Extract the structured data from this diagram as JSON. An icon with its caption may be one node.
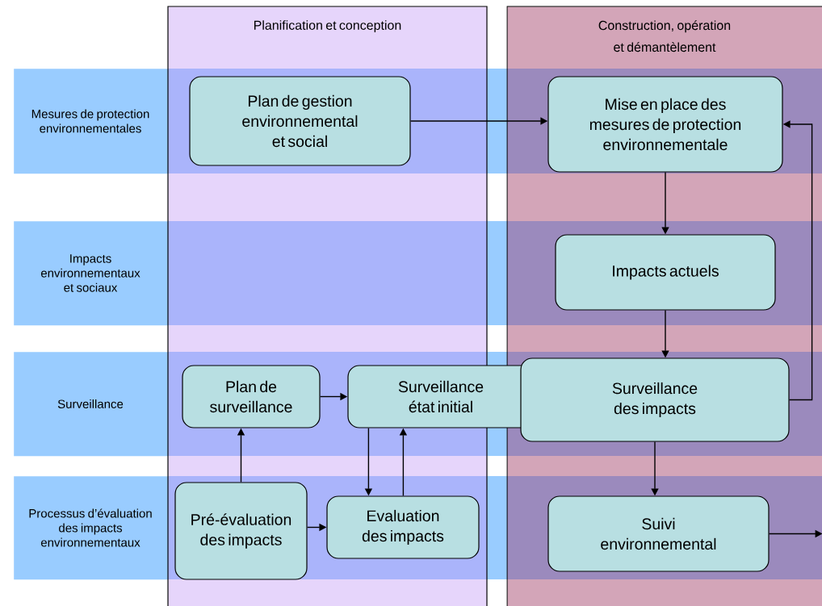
{
  "diagram": {
    "nodes": [
      {
        "text": [
          "Planification et conception"
        ]
      },
      {
        "text": [
          "Construction, opération et démantèlement"
        ]
      },
      {
        "text": [
          "Mesures de protection environnementales"
        ]
      },
      {
        "text": [
          "Impacts environnementaux et sociaux"
        ]
      },
      {
        "text": [
          "Surveillance"
        ]
      },
      {
        "text": [
          "Processus d’évaluation des impacts environnementaux"
        ]
      },
      {
        "text": [
          "Plan de gestion environnemental et social"
        ],
        "in": 0
      },
      {
        "text": [
          "Mise en place des mesures de protection environnementale"
        ],
        "in": 1
      },
      {
        "text": [
          "Impacts actuels"
        ],
        "in": 1
      },
      {
        "text": [
          "Plan de surveillance"
        ],
        "in": 0
      },
      {
        "text": [
          "Surveillance état initial"
        ]
      },
      {
        "text": [
          "Surveillance des impacts"
        ],
        "in": 1
      },
      {
        "text": [
          "Pré-évaluation des impacts"
        ],
        "in": 0
      },
      {
        "text": [
          "Evaluation des impacts"
        ],
        "in": 0
      },
      {
        "text": [
          "Suivi environnemental"
        ],
        "in": 1
      }
    ],
    "edges": [
      {
        "from": 6,
        "to": 7,
        "arrow": "to"
      },
      {
        "from": 7,
        "to": 8,
        "arrow": "to"
      },
      {
        "from": 8,
        "to": 11,
        "arrow": "to"
      },
      {
        "from": 11,
        "to": 7,
        "arrow": "to"
      },
      {
        "from": 11,
        "to": 14,
        "arrow": "to"
      },
      {
        "from": 9,
        "to": 10,
        "arrow": "to"
      },
      {
        "from": 12,
        "to": 9,
        "arrow": "to"
      },
      {
        "from": 10,
        "to": 13,
        "arrow": "to"
      },
      {
        "from": 13,
        "to": 10,
        "arrow": "to"
      },
      {
        "from": 12,
        "to": 13,
        "arrow": "to"
      },
      {
        "from": 14,
        "to": null,
        "arrow": "to"
      }
    ]
  }
}
